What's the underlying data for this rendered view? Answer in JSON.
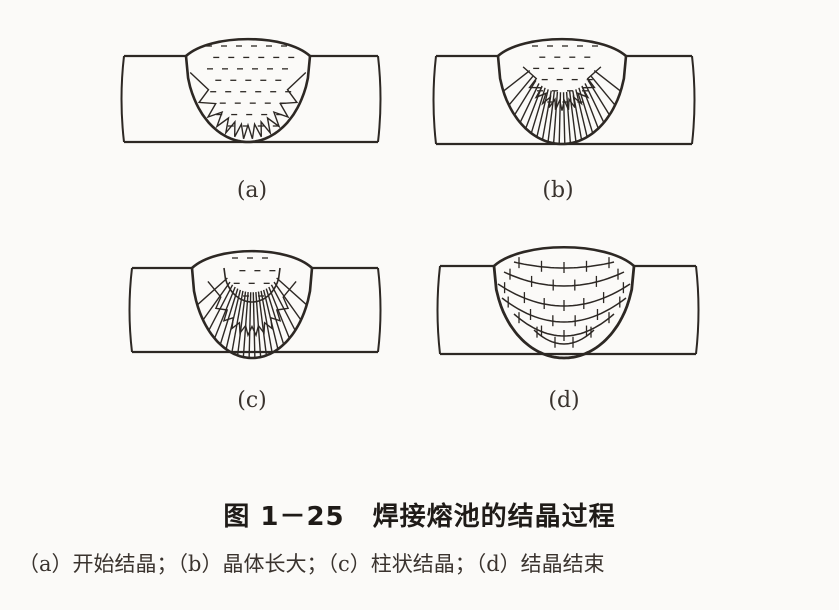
{
  "panels": [
    {
      "id": "a",
      "label": "(a)"
    },
    {
      "id": "b",
      "label": "(b)"
    },
    {
      "id": "c",
      "label": "(c)"
    },
    {
      "id": "d",
      "label": "(d)"
    }
  ],
  "caption": {
    "number": "图 1－25",
    "title": "焊接熔池的结晶过程"
  },
  "legend_text": "（a）开始结晶；（b）晶体长大；（c）柱状结晶；（d）结晶结束"
}
